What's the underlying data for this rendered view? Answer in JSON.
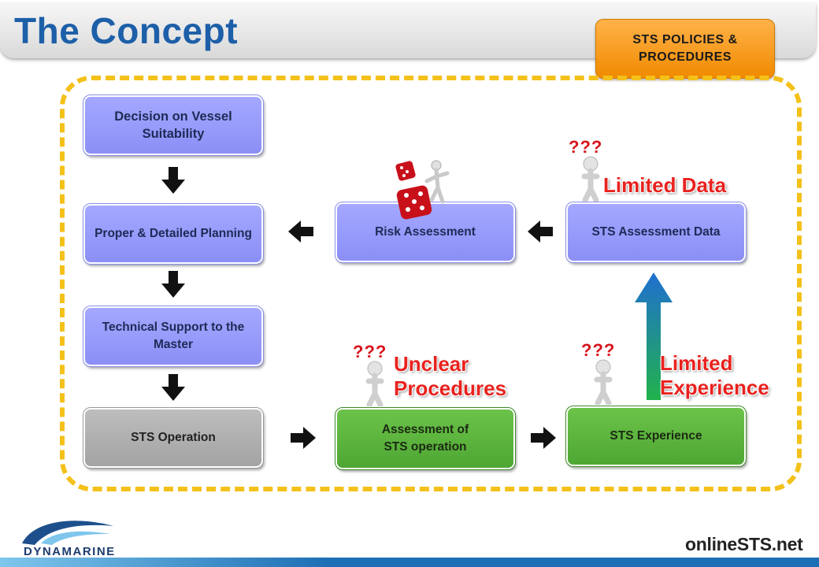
{
  "title": "The Concept",
  "policies_button": "STS POLICIES & PROCEDURES",
  "boxes": {
    "vessel_suitability": "Decision on Vessel Suitability",
    "planning": "Proper & Detailed Planning",
    "technical_support": "Technical Support to the Master",
    "sts_operation": "STS Operation",
    "risk_assessment": "Risk Assessment",
    "assessment_data": "STS Assessment Data",
    "assessment_operation": "Assessment of STS operation",
    "sts_experience": "STS Experience"
  },
  "callouts": {
    "limited_data": "Limited Data",
    "unclear_line1": "Unclear",
    "unclear_line2": "Procedures",
    "limited_exp_line1": "Limited",
    "limited_exp_line2": "Experience"
  },
  "question_marks": "???",
  "logo_text": "DYNAMARINE",
  "site_logo": "onlineSTS.net",
  "colors": {
    "title": "#1d5fa8",
    "policies": "#f08a00",
    "frame": "#f4c11a",
    "blue_box": "#8b8ff6",
    "gray_box": "#a3a3a3",
    "green_box": "#4ea733",
    "callout_red": "#e8221e"
  }
}
